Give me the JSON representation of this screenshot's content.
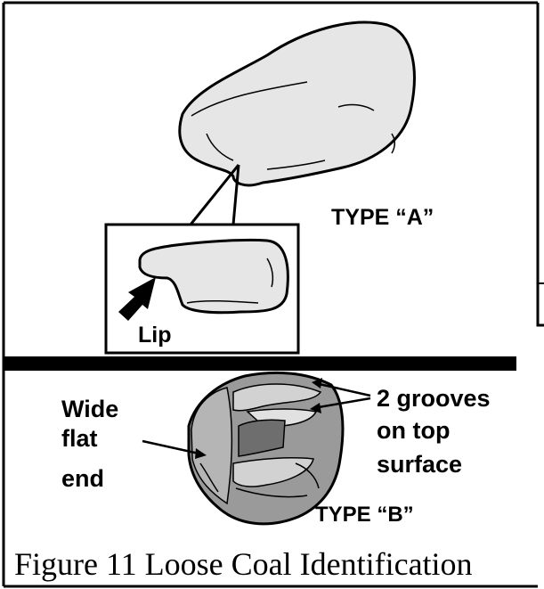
{
  "type_a": {
    "label": "TYPE “A”",
    "inset_label": "Lip"
  },
  "type_b": {
    "label": "TYPE “B”",
    "left_note": [
      "Wide",
      "flat",
      "end"
    ],
    "right_note": [
      "2 grooves",
      "on top",
      "surface"
    ]
  },
  "caption": "Figure 11 Loose Coal Identification",
  "colors": {
    "ink": "#000000",
    "rock_fill": "#e6e6e6",
    "rock_b_mid": "#9a9a9a",
    "rock_b_dark": "#6e6e6e",
    "rock_b_light": "#d2d2d2"
  }
}
